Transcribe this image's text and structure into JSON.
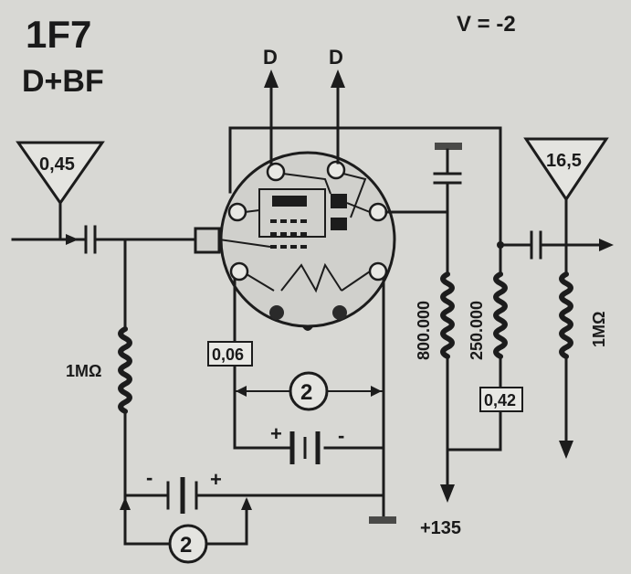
{
  "tube": {
    "name": "1F7",
    "function": "D+BF"
  },
  "bias": "V = -2",
  "outputs": {
    "d1": "D",
    "d2": "D"
  },
  "triangles": {
    "input": "0,45",
    "output": "16,5"
  },
  "resistors": {
    "grid": "1MΩ",
    "plate": "800.000",
    "load": "250.000",
    "out": "1MΩ"
  },
  "voltages": {
    "cathode": "0,06",
    "screen": "0,42",
    "supply": "+135"
  },
  "meters": {
    "filament": "2",
    "grid_meter": "2"
  },
  "battery_signs": {
    "fil_plus": "+",
    "fil_minus": "-",
    "bias_minus": "-",
    "bias_plus": "+"
  }
}
